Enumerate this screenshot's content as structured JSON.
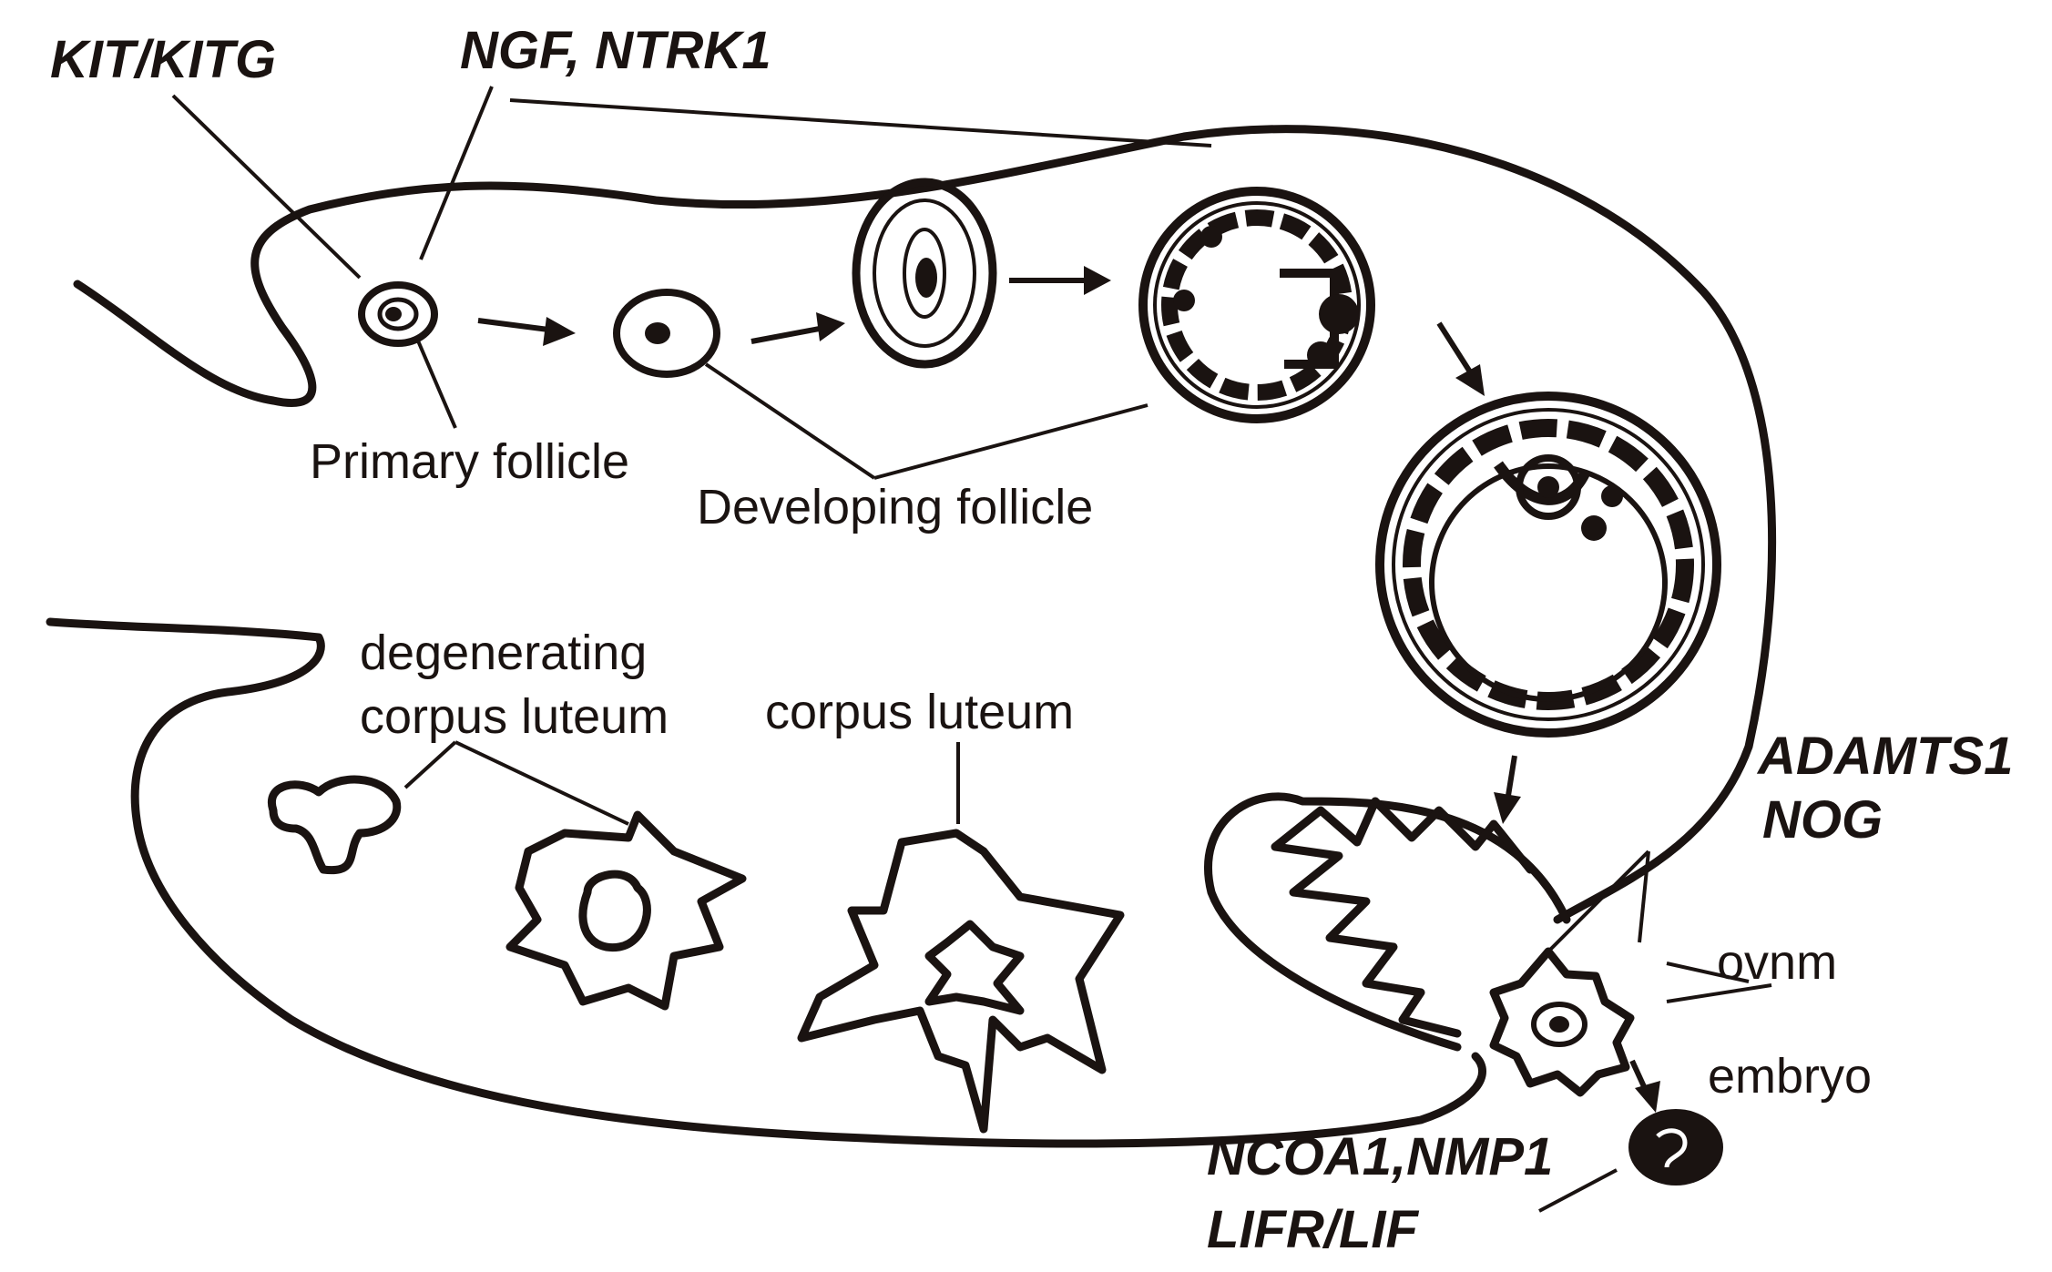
{
  "labels": {
    "kit_kitg": "KIT/KITG",
    "ngf_ntrk1": "NGF, NTRK1",
    "primary_follicle": "Primary follicle",
    "developing_follicle": "Developing follicle",
    "degenerating_line1": "degenerating",
    "degenerating_line2": "corpus luteum",
    "corpus_luteum": "corpus luteum",
    "adamts1": "ADAMTS1",
    "nog": "NOG",
    "ovnm": "ovnm",
    "embryo": "embryo",
    "ncoa1_nmp1": "NCOA1,NMP1",
    "lifr_lif": "LIFR/LIF"
  },
  "colors": {
    "ink": "#1a1311",
    "background": "#ffffff"
  }
}
